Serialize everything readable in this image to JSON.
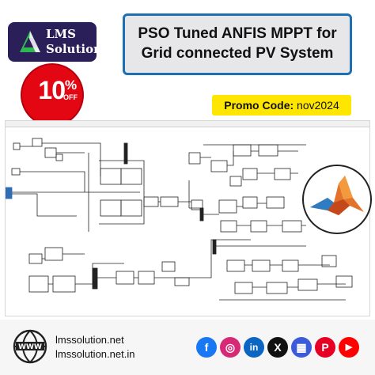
{
  "brand": {
    "logo_line1": "LMS",
    "logo_line2": "Solution"
  },
  "title": {
    "line1": "PSO Tuned ANFIS MPPT for",
    "line2": "Grid connected PV System"
  },
  "discount": {
    "value": "10",
    "percent": "%",
    "off": "OFF"
  },
  "promo": {
    "label": "Promo Code:",
    "code": "nov2024"
  },
  "footer": {
    "site1": "lmssolution.net",
    "site2": "lmssolution.net.in",
    "www_label": "WWW"
  },
  "socials": [
    {
      "name": "facebook",
      "glyph": "f",
      "color": "#1877f2"
    },
    {
      "name": "instagram",
      "glyph": "◎",
      "color": "#d62976"
    },
    {
      "name": "linkedin",
      "glyph": "in",
      "color": "#0a66c2"
    },
    {
      "name": "x",
      "glyph": "X",
      "color": "#111111"
    },
    {
      "name": "store",
      "glyph": "▦",
      "color": "#3b5bdb"
    },
    {
      "name": "pinterest",
      "glyph": "P",
      "color": "#e60023"
    },
    {
      "name": "youtube",
      "glyph": "▶",
      "color": "#ff0000"
    }
  ],
  "colors": {
    "logo_bg": "#2b1f5a",
    "title_border": "#1f6fb3",
    "badge": "#e30613",
    "promo_bg": "#ffe600"
  }
}
